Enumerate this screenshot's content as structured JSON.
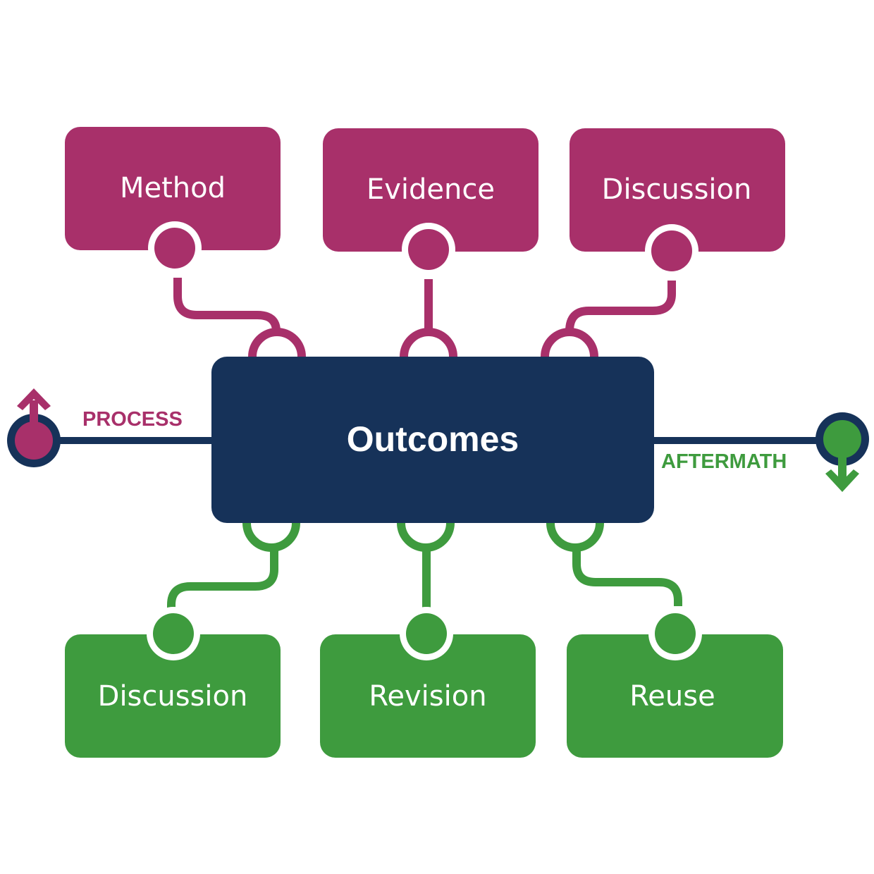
{
  "colors": {
    "input": "#A8306A",
    "output": "#3E9B3E",
    "center": "#163259",
    "background": "#FFFFFF"
  },
  "center": {
    "label": "Outcomes"
  },
  "inputs": [
    {
      "label": "Method"
    },
    {
      "label": "Evidence"
    },
    {
      "label": "Discussion"
    }
  ],
  "outputs": [
    {
      "label": "Discussion"
    },
    {
      "label": "Revision"
    },
    {
      "label": "Reuse"
    }
  ],
  "left_terminal": {
    "label": "PROCESS",
    "icon": "arrow-up-icon"
  },
  "right_terminal": {
    "label": "AFTERMATH",
    "icon": "arrow-down-icon"
  }
}
